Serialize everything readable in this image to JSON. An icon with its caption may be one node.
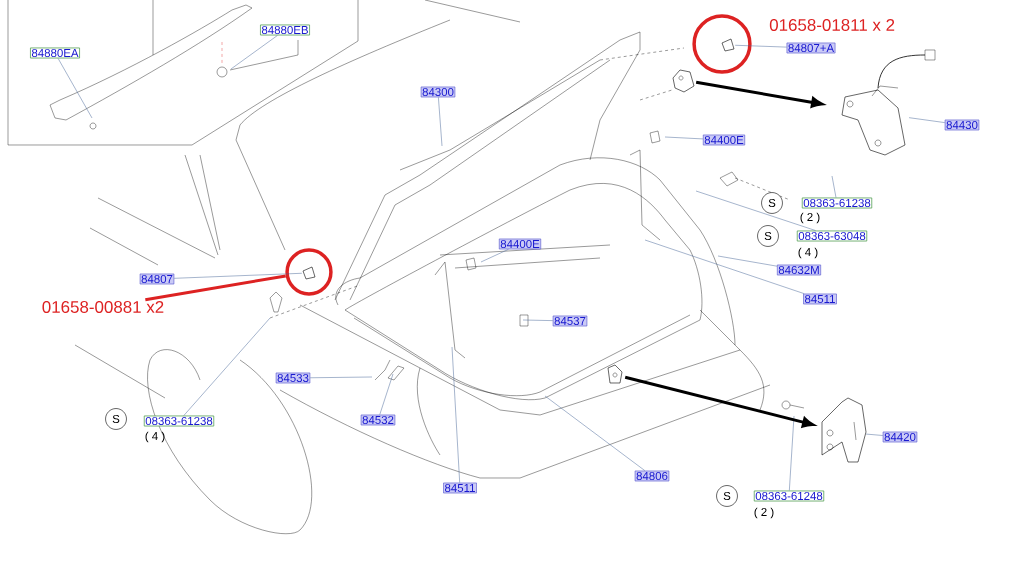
{
  "diagram": {
    "nodes": [
      {
        "text": [
          "84880EB"
        ]
      },
      {
        "text": [
          "84880EA"
        ]
      },
      {
        "text": [
          "84300"
        ]
      },
      {
        "text": [],
        "shape": "circle",
        "beside": [
          "01658-01811 x 2"
        ]
      },
      {
        "text": [
          "84807+A"
        ]
      },
      {
        "text": [],
        "shape": "picture"
      },
      {
        "text": [],
        "shape": "picture"
      },
      {
        "text": [
          "84430"
        ]
      },
      {
        "text": [
          "84400E"
        ]
      },
      {
        "text": [
          "S"
        ]
      },
      {
        "text": [
          "08363-61238"
        ],
        "beside": [
          "( 2 )"
        ]
      },
      {
        "text": [
          "84400E"
        ]
      },
      {
        "text": [
          "S"
        ]
      },
      {
        "text": [
          "08363-63048"
        ],
        "beside": [
          "( 4 )"
        ]
      },
      {
        "text": [
          "84807"
        ]
      },
      {
        "text": [],
        "shape": "circle"
      },
      {
        "text": [
          "84632M"
        ]
      },
      {
        "text": [
          "01658-00881 x2"
        ]
      },
      {
        "text": [
          "84511"
        ]
      },
      {
        "text": [
          "84537"
        ]
      },
      {
        "text": [
          "84533"
        ]
      },
      {
        "text": [],
        "shape": "picture"
      },
      {
        "text": [],
        "shape": "picture"
      },
      {
        "text": [
          "S"
        ]
      },
      {
        "text": [
          "08363-61238"
        ],
        "beside": [
          "( 4 )"
        ]
      },
      {
        "text": [
          "84420"
        ]
      },
      {
        "text": [
          "84532"
        ]
      },
      {
        "text": [
          "84511"
        ]
      },
      {
        "text": [
          "84806"
        ]
      },
      {
        "text": [
          "S"
        ]
      },
      {
        "text": [
          "08363-61248"
        ],
        "beside": [
          "( 2 )"
        ]
      },
      {
        "text": [],
        "shape": "picture",
        "in": 3
      },
      {
        "text": [],
        "shape": "picture",
        "in": 15
      }
    ],
    "edges": [
      {
        "from": 0,
        "to": null,
        "arrow": "none"
      },
      {
        "from": 1,
        "to": null,
        "arrow": "none"
      },
      {
        "from": 2,
        "to": null,
        "arrow": "none"
      },
      {
        "from": 4,
        "to": 31,
        "arrow": "none"
      },
      {
        "from": 7,
        "to": 6,
        "arrow": "none"
      },
      {
        "from": 8,
        "to": null,
        "arrow": "none"
      },
      {
        "from": 10,
        "to": null,
        "arrow": "none"
      },
      {
        "from": 13,
        "to": null,
        "arrow": "none"
      },
      {
        "from": 11,
        "to": null,
        "arrow": "none"
      },
      {
        "from": 14,
        "to": 32,
        "arrow": "none"
      },
      {
        "from": 16,
        "to": null,
        "arrow": "none"
      },
      {
        "from": 18,
        "to": null,
        "arrow": "none"
      },
      {
        "from": 19,
        "to": null,
        "arrow": "none"
      },
      {
        "from": 20,
        "to": null,
        "arrow": "none"
      },
      {
        "from": 26,
        "to": null,
        "arrow": "none"
      },
      {
        "from": 27,
        "to": null,
        "arrow": "none"
      },
      {
        "from": 24,
        "to": null,
        "arrow": "none"
      },
      {
        "from": 28,
        "to": null,
        "arrow": "none"
      },
      {
        "from": 25,
        "to": 22,
        "arrow": "none"
      },
      {
        "from": 30,
        "to": null,
        "arrow": "none"
      },
      {
        "from": 17,
        "to": 15,
        "arrow": "none",
        "style": "thick",
        "color": "#dd2222"
      },
      {
        "from": 5,
        "to": 6,
        "arrow": "to",
        "style": "thick",
        "color": "#000000"
      },
      {
        "from": 21,
        "to": 22,
        "arrow": "to",
        "style": "thick",
        "color": "#000000"
      }
    ]
  }
}
